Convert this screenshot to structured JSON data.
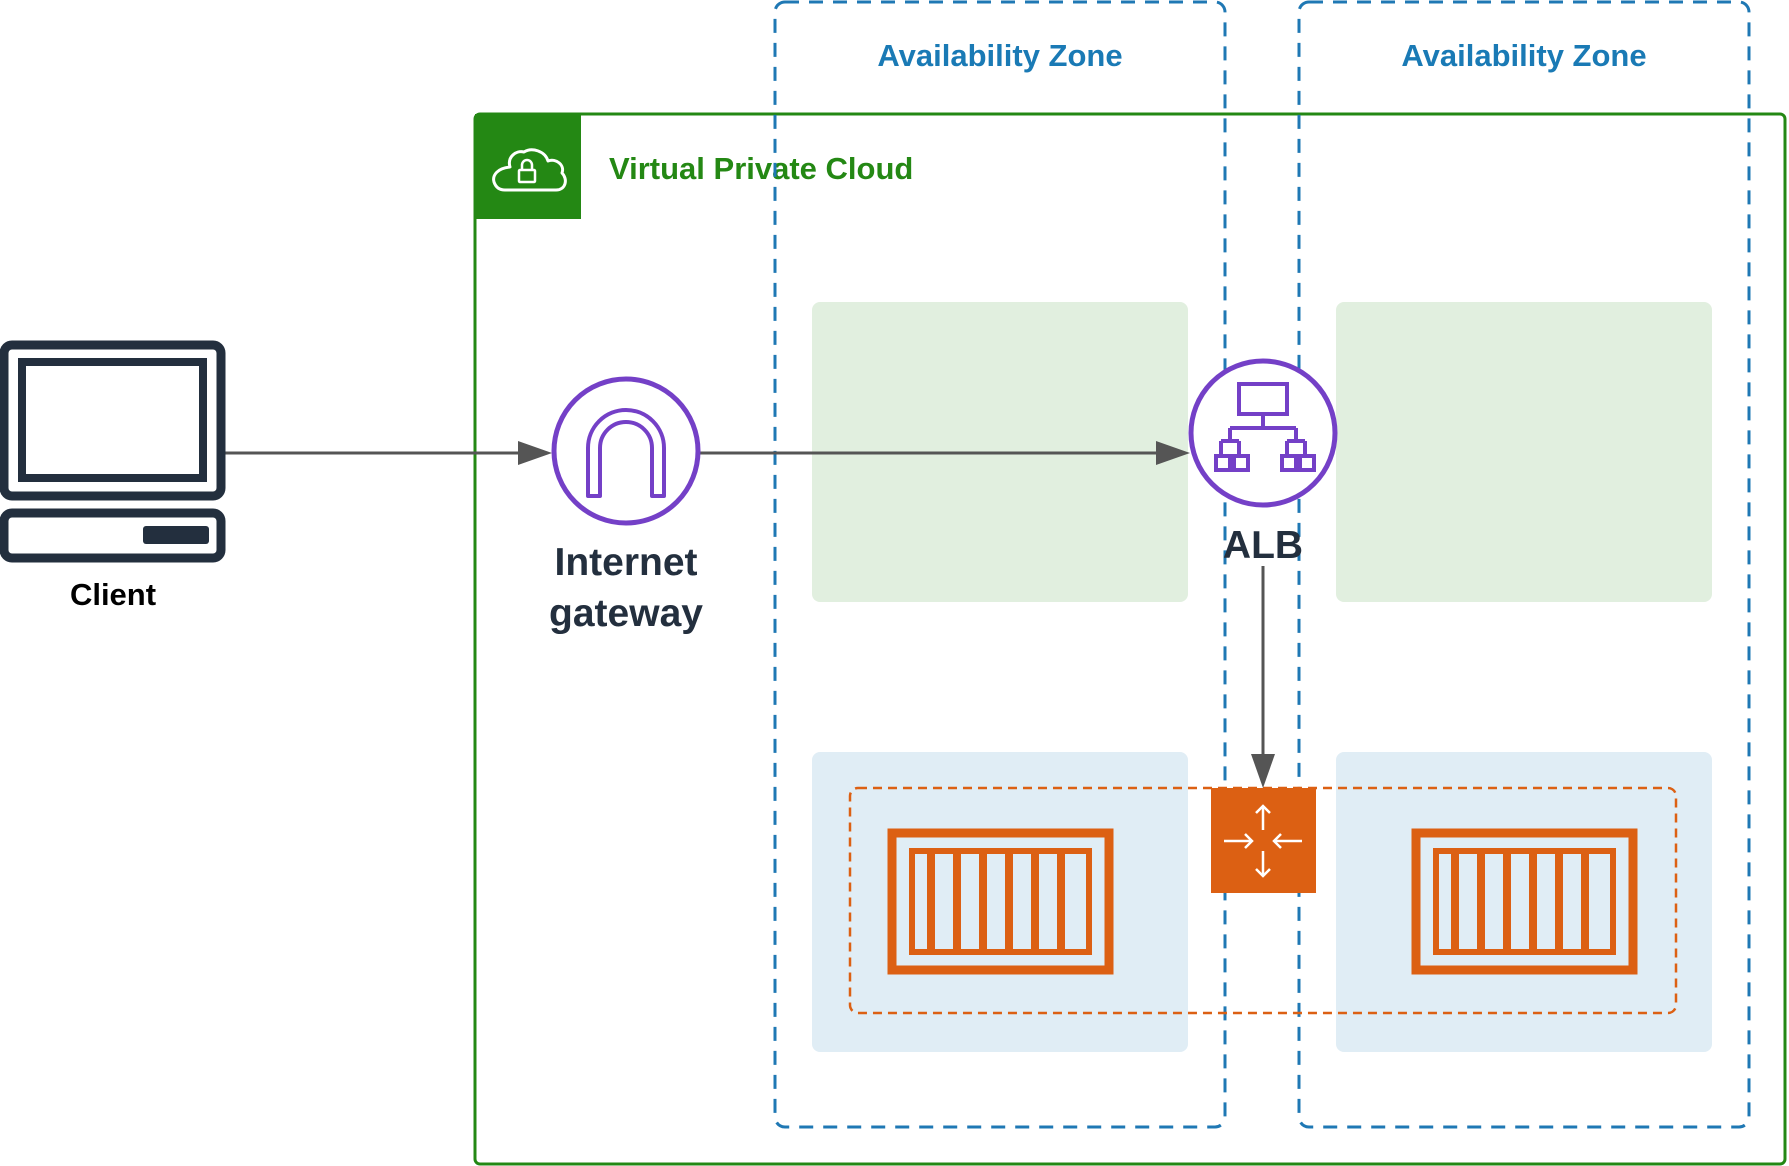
{
  "labels": {
    "availability_zone_1": "Availability Zone",
    "availability_zone_2": "Availability Zone",
    "vpc": "Virtual Private Cloud",
    "client": "Client",
    "internet_gateway_line1": "Internet",
    "internet_gateway_line2": "gateway",
    "alb": "ALB"
  },
  "icons": {
    "vpc": "cloud-lock-icon",
    "client": "desktop-computer-icon",
    "internet_gateway": "internet-gateway-icon",
    "alb": "load-balancer-icon",
    "service_router": "service-connect-icon",
    "container_1": "container-icon",
    "container_2": "container-icon"
  },
  "colors": {
    "availability_zone_border": "#1f78b4",
    "availability_zone_text": "#1a7ab5",
    "vpc": "#248814",
    "public_subnet_fill": "#e1efdf",
    "private_subnet_fill": "#e0edf5",
    "aws_purple": "#7440c7",
    "aws_orange": "#dc6013",
    "arrow": "#555555",
    "client": "#232f3e"
  }
}
